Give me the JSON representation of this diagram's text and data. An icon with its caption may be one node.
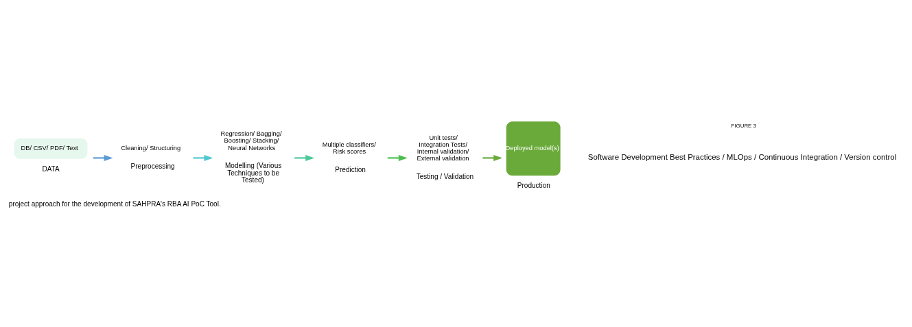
{
  "diagram": {
    "caption": "project approach for the development of SAHPRA's RBA AI PoC Tool.",
    "nodes": [
      {
        "text": [
          "DB/ CSV/ PDF/ Text"
        ],
        "beside": [
          "DATA"
        ]
      },
      {
        "text": [
          "Cleaning/ Structuring"
        ],
        "beside": [
          "Preprocessing"
        ]
      },
      {
        "text": [
          "Regression/ Bagging/ Boosting/ Stacking/ Neural Networks"
        ],
        "beside": [
          "Modelling (Various Techniques to be Tested)"
        ]
      },
      {
        "text": [
          "Multiple classifiers/ Risk scores"
        ],
        "beside": [
          "Prediction"
        ]
      },
      {
        "text": [
          "Unit tests/ Integration Tests/ Internal validation/ External validation"
        ],
        "beside": [
          "Testing / Validation"
        ]
      },
      {
        "text": [
          "Deployed model(s)"
        ],
        "beside": [
          "Production"
        ]
      }
    ],
    "edges": [
      {
        "from": 0,
        "to": 1,
        "arrow": "to",
        "color": "#5b9bd5"
      },
      {
        "from": 1,
        "to": 2,
        "arrow": "to",
        "color": "#4fc9d0"
      },
      {
        "from": 2,
        "to": 3,
        "arrow": "to",
        "color": "#4cc99a"
      },
      {
        "from": 3,
        "to": 4,
        "arrow": "to",
        "color": "#4cbf4f"
      },
      {
        "from": 4,
        "to": 5,
        "arrow": "to",
        "color": "#6aaa3a"
      }
    ],
    "labels": [
      "Software Development Best Practices / MLOps / Continuous Integration / Version control",
      "FIGURE 3"
    ]
  }
}
